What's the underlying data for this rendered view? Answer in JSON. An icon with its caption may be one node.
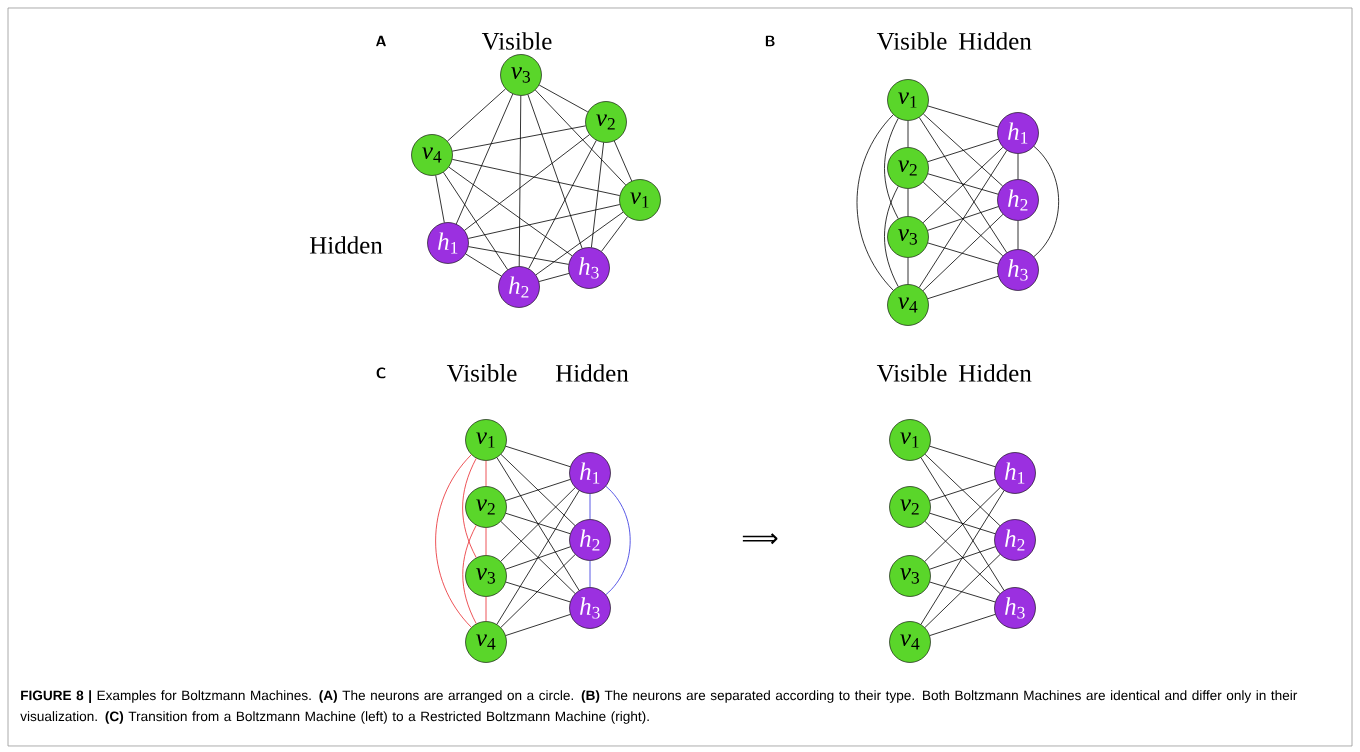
{
  "diagram": {
    "caption": "**FIGURE 8 |** Examples for Boltzmann Machines. **(A)** The neurons are arranged on a circle. **(B)** The neurons are separated according to their type. Both Boltzmann Machines are identical and differ only in their visualization. **(C)** Transition from a Boltzmann Machine (left) to a Restricted Boltzmann Machine (right).",
    "nodes": [
      {
        "text": [
          "*v*$_{1}$"
        ]
      },
      {
        "text": [
          "*v*$_{2}$"
        ]
      },
      {
        "text": [
          "*v*$_{3}$"
        ]
      },
      {
        "text": [
          "*v*$_{4}$"
        ]
      },
      {
        "text": [
          "*h*$_{1}$"
        ]
      },
      {
        "text": [
          "*h*$_{2}$"
        ]
      },
      {
        "text": [
          "*h*$_{3}$"
        ]
      },
      {
        "text": [
          "*v*$_{1}$"
        ]
      },
      {
        "text": [
          "*v*$_{2}$"
        ]
      },
      {
        "text": [
          "*v*$_{3}$"
        ]
      },
      {
        "text": [
          "*v*$_{4}$"
        ]
      },
      {
        "text": [
          "*h*$_{1}$"
        ]
      },
      {
        "text": [
          "*h*$_{2}$"
        ]
      },
      {
        "text": [
          "*h*$_{3}$"
        ]
      },
      {
        "text": [
          "*v*$_{1}$"
        ]
      },
      {
        "text": [
          "*v*$_{2}$"
        ]
      },
      {
        "text": [
          "*v*$_{3}$"
        ]
      },
      {
        "text": [
          "*v*$_{4}$"
        ]
      },
      {
        "text": [
          "*h*$_{1}$"
        ]
      },
      {
        "text": [
          "*h*$_{2}$"
        ]
      },
      {
        "text": [
          "*h*$_{3}$"
        ]
      },
      {
        "text": [
          "*v*$_{1}$"
        ]
      },
      {
        "text": [
          "*v*$_{2}$"
        ]
      },
      {
        "text": [
          "*v*$_{3}$"
        ]
      },
      {
        "text": [
          "*v*$_{4}$"
        ]
      },
      {
        "text": [
          "*h*$_{1}$"
        ]
      },
      {
        "text": [
          "*h*$_{2}$"
        ]
      },
      {
        "text": [
          "*h*$_{3}$"
        ]
      }
    ],
    "edges": [
      {
        "from": 0,
        "to": 1,
        "arrow": "none"
      },
      {
        "from": 0,
        "to": 2,
        "arrow": "none"
      },
      {
        "from": 0,
        "to": 3,
        "arrow": "none"
      },
      {
        "from": 0,
        "to": 4,
        "arrow": "none"
      },
      {
        "from": 0,
        "to": 5,
        "arrow": "none"
      },
      {
        "from": 0,
        "to": 6,
        "arrow": "none"
      },
      {
        "from": 1,
        "to": 2,
        "arrow": "none"
      },
      {
        "from": 1,
        "to": 3,
        "arrow": "none"
      },
      {
        "from": 1,
        "to": 4,
        "arrow": "none"
      },
      {
        "from": 1,
        "to": 5,
        "arrow": "none"
      },
      {
        "from": 1,
        "to": 6,
        "arrow": "none"
      },
      {
        "from": 2,
        "to": 3,
        "arrow": "none"
      },
      {
        "from": 2,
        "to": 4,
        "arrow": "none"
      },
      {
        "from": 2,
        "to": 5,
        "arrow": "none"
      },
      {
        "from": 2,
        "to": 6,
        "arrow": "none"
      },
      {
        "from": 3,
        "to": 4,
        "arrow": "none"
      },
      {
        "from": 3,
        "to": 5,
        "arrow": "none"
      },
      {
        "from": 3,
        "to": 6,
        "arrow": "none"
      },
      {
        "from": 4,
        "to": 5,
        "arrow": "none"
      },
      {
        "from": 4,
        "to": 6,
        "arrow": "none"
      },
      {
        "from": 5,
        "to": 6,
        "arrow": "none"
      },
      {
        "from": 7,
        "to": 8,
        "arrow": "none"
      },
      {
        "from": 7,
        "to": 9,
        "arrow": "none"
      },
      {
        "from": 7,
        "to": 10,
        "arrow": "none"
      },
      {
        "from": 7,
        "to": 11,
        "arrow": "none"
      },
      {
        "from": 7,
        "to": 12,
        "arrow": "none"
      },
      {
        "from": 7,
        "to": 13,
        "arrow": "none"
      },
      {
        "from": 8,
        "to": 9,
        "arrow": "none"
      },
      {
        "from": 8,
        "to": 10,
        "arrow": "none"
      },
      {
        "from": 8,
        "to": 11,
        "arrow": "none"
      },
      {
        "from": 8,
        "to": 12,
        "arrow": "none"
      },
      {
        "from": 8,
        "to": 13,
        "arrow": "none"
      },
      {
        "from": 9,
        "to": 10,
        "arrow": "none"
      },
      {
        "from": 9,
        "to": 11,
        "arrow": "none"
      },
      {
        "from": 9,
        "to": 12,
        "arrow": "none"
      },
      {
        "from": 9,
        "to": 13,
        "arrow": "none"
      },
      {
        "from": 10,
        "to": 11,
        "arrow": "none"
      },
      {
        "from": 10,
        "to": 12,
        "arrow": "none"
      },
      {
        "from": 10,
        "to": 13,
        "arrow": "none"
      },
      {
        "from": 11,
        "to": 12,
        "arrow": "none"
      },
      {
        "from": 11,
        "to": 13,
        "arrow": "none"
      },
      {
        "from": 12,
        "to": 13,
        "arrow": "none"
      },
      {
        "from": 14,
        "to": 15,
        "arrow": "none",
        "color": "#e8282d"
      },
      {
        "from": 14,
        "to": 16,
        "arrow": "none",
        "color": "#e8282d"
      },
      {
        "from": 14,
        "to": 17,
        "arrow": "none",
        "color": "#e8282d"
      },
      {
        "from": 14,
        "to": 18,
        "arrow": "none"
      },
      {
        "from": 14,
        "to": 19,
        "arrow": "none"
      },
      {
        "from": 14,
        "to": 20,
        "arrow": "none"
      },
      {
        "from": 15,
        "to": 16,
        "arrow": "none",
        "color": "#e8282d"
      },
      {
        "from": 15,
        "to": 17,
        "arrow": "none",
        "color": "#e8282d"
      },
      {
        "from": 15,
        "to": 18,
        "arrow": "none"
      },
      {
        "from": 15,
        "to": 19,
        "arrow": "none"
      },
      {
        "from": 15,
        "to": 20,
        "arrow": "none"
      },
      {
        "from": 16,
        "to": 17,
        "arrow": "none",
        "color": "#e8282d"
      },
      {
        "from": 16,
        "to": 18,
        "arrow": "none"
      },
      {
        "from": 16,
        "to": 19,
        "arrow": "none"
      },
      {
        "from": 16,
        "to": 20,
        "arrow": "none"
      },
      {
        "from": 17,
        "to": 18,
        "arrow": "none"
      },
      {
        "from": 17,
        "to": 19,
        "arrow": "none"
      },
      {
        "from": 17,
        "to": 20,
        "arrow": "none"
      },
      {
        "from": 18,
        "to": 19,
        "arrow": "none",
        "color": "#3030e0"
      },
      {
        "from": 18,
        "to": 20,
        "arrow": "none",
        "color": "#3030e0"
      },
      {
        "from": 19,
        "to": 20,
        "arrow": "none",
        "color": "#3030e0"
      },
      {
        "from": 21,
        "to": 25,
        "arrow": "none"
      },
      {
        "from": 21,
        "to": 26,
        "arrow": "none"
      },
      {
        "from": 21,
        "to": 27,
        "arrow": "none"
      },
      {
        "from": 22,
        "to": 25,
        "arrow": "none"
      },
      {
        "from": 22,
        "to": 26,
        "arrow": "none"
      },
      {
        "from": 22,
        "to": 27,
        "arrow": "none"
      },
      {
        "from": 23,
        "to": 25,
        "arrow": "none"
      },
      {
        "from": 23,
        "to": 26,
        "arrow": "none"
      },
      {
        "from": 23,
        "to": 27,
        "arrow": "none"
      },
      {
        "from": 24,
        "to": 25,
        "arrow": "none"
      },
      {
        "from": 24,
        "to": 26,
        "arrow": "none"
      },
      {
        "from": 24,
        "to": 27,
        "arrow": "none"
      }
    ],
    "labels": [
      "A",
      "Visible",
      "B",
      "Visible",
      "Hidden",
      "Hidden",
      "C",
      "Visible",
      "Hidden",
      "Visible",
      "Hidden",
      "⟹"
    ]
  }
}
